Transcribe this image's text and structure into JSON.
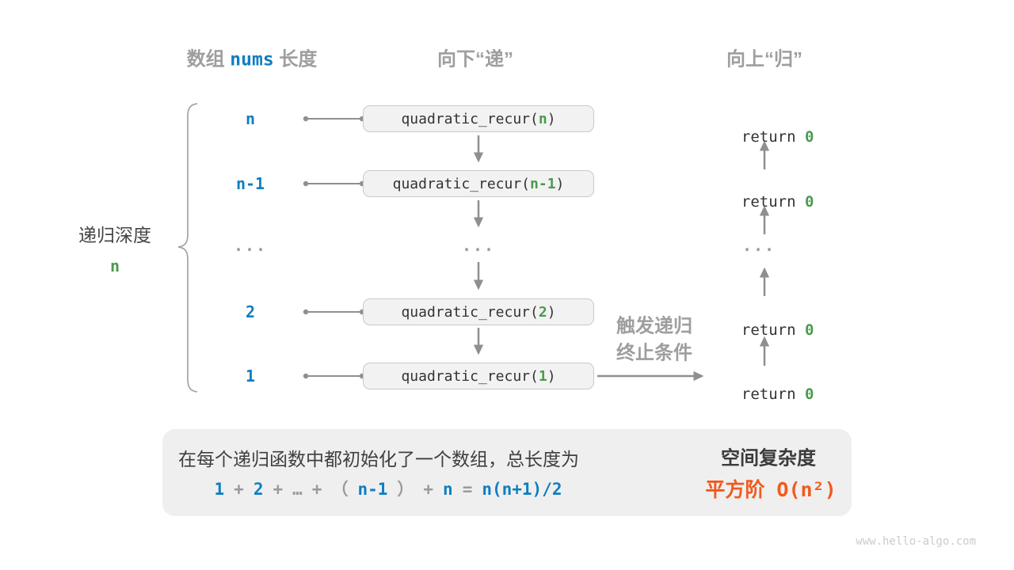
{
  "colors": {
    "bg": "#ffffff",
    "blue": "#0f7ec2",
    "green": "#4a9a4d",
    "orange": "#f25a1e",
    "gray_label": "#9e9e9e",
    "dark": "#3c3c3c",
    "code": "#333333",
    "connector": "#8f8f8f",
    "box_fill": "#f2f2f2",
    "box_border": "#c9c9c9",
    "summary_bg": "#efefef"
  },
  "headers": {
    "left_prefix": "数组 ",
    "left_code": "nums",
    "left_suffix": " 长度",
    "middle": "向下“递”",
    "right": "向上“归”"
  },
  "depth_label": {
    "title": "递归深度",
    "value": "n"
  },
  "call": {
    "prefix": "quadratic_recur(",
    "suffix": ")"
  },
  "ret": {
    "keyword": "return ",
    "value": "0"
  },
  "rows": [
    {
      "depth": "n",
      "arg": "n"
    },
    {
      "depth": "n-1",
      "arg": "n-1"
    },
    {
      "depth": "2",
      "arg": "2"
    },
    {
      "depth": "1",
      "arg": "1"
    }
  ],
  "ellipsis": "...",
  "trigger": {
    "line1": "触发递归",
    "line2": "终止条件"
  },
  "summary": {
    "description": "在每个递归函数中都初始化了一个数组，总长度为",
    "formula": [
      {
        "t": "1",
        "c": "blue"
      },
      {
        "t": "+",
        "c": "gray"
      },
      {
        "t": "2",
        "c": "blue"
      },
      {
        "t": "+",
        "c": "gray"
      },
      {
        "t": "…",
        "c": "gray"
      },
      {
        "t": "+",
        "c": "gray"
      },
      {
        "t": "（",
        "c": "gray"
      },
      {
        "t": "n-1",
        "c": "blue"
      },
      {
        "t": "）",
        "c": "gray"
      },
      {
        "t": "+",
        "c": "gray"
      },
      {
        "t": "n",
        "c": "blue"
      },
      {
        "t": "=",
        "c": "gray"
      },
      {
        "t": "n(n+1)/2",
        "c": "blue"
      }
    ],
    "result_title": "空间复杂度",
    "result_value": "平方阶 O(n²)"
  },
  "watermark": "www.hello-algo.com"
}
